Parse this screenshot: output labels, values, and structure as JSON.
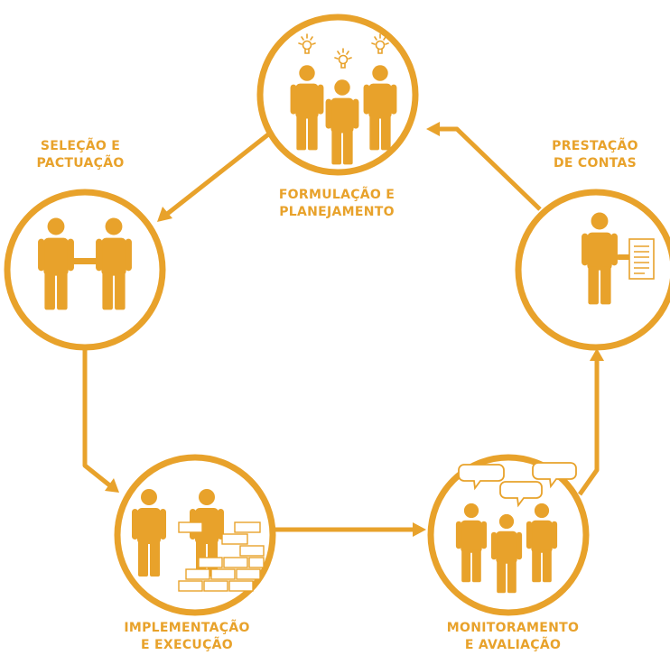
{
  "colors": {
    "accent": "#E8A22B",
    "white": "#FFFFFF"
  },
  "stages": {
    "formulacao": {
      "line1": "FORMULAÇÃO E",
      "line2": "PLANEJAMENTO",
      "icon": "people-with-lightbulbs-icon"
    },
    "selecao": {
      "line1": "SELEÇÃO E",
      "line2": "PACTUAÇÃO",
      "icon": "handshake-icon"
    },
    "implementacao": {
      "line1": "IMPLEMENTAÇÃO",
      "line2": "E EXECUÇÃO",
      "icon": "people-building-wall-icon"
    },
    "monitoramento": {
      "line1": "MONITORAMENTO",
      "line2": "E AVALIAÇÃO",
      "icon": "people-speech-bubbles-icon"
    },
    "prestacao": {
      "line1": "PRESTAÇÃO",
      "line2": "DE CONTAS",
      "icon": "person-with-document-icon"
    }
  },
  "flow": [
    "formulacao -> selecao",
    "selecao -> implementacao",
    "implementacao -> monitoramento",
    "monitoramento -> prestacao",
    "prestacao -> formulacao"
  ]
}
